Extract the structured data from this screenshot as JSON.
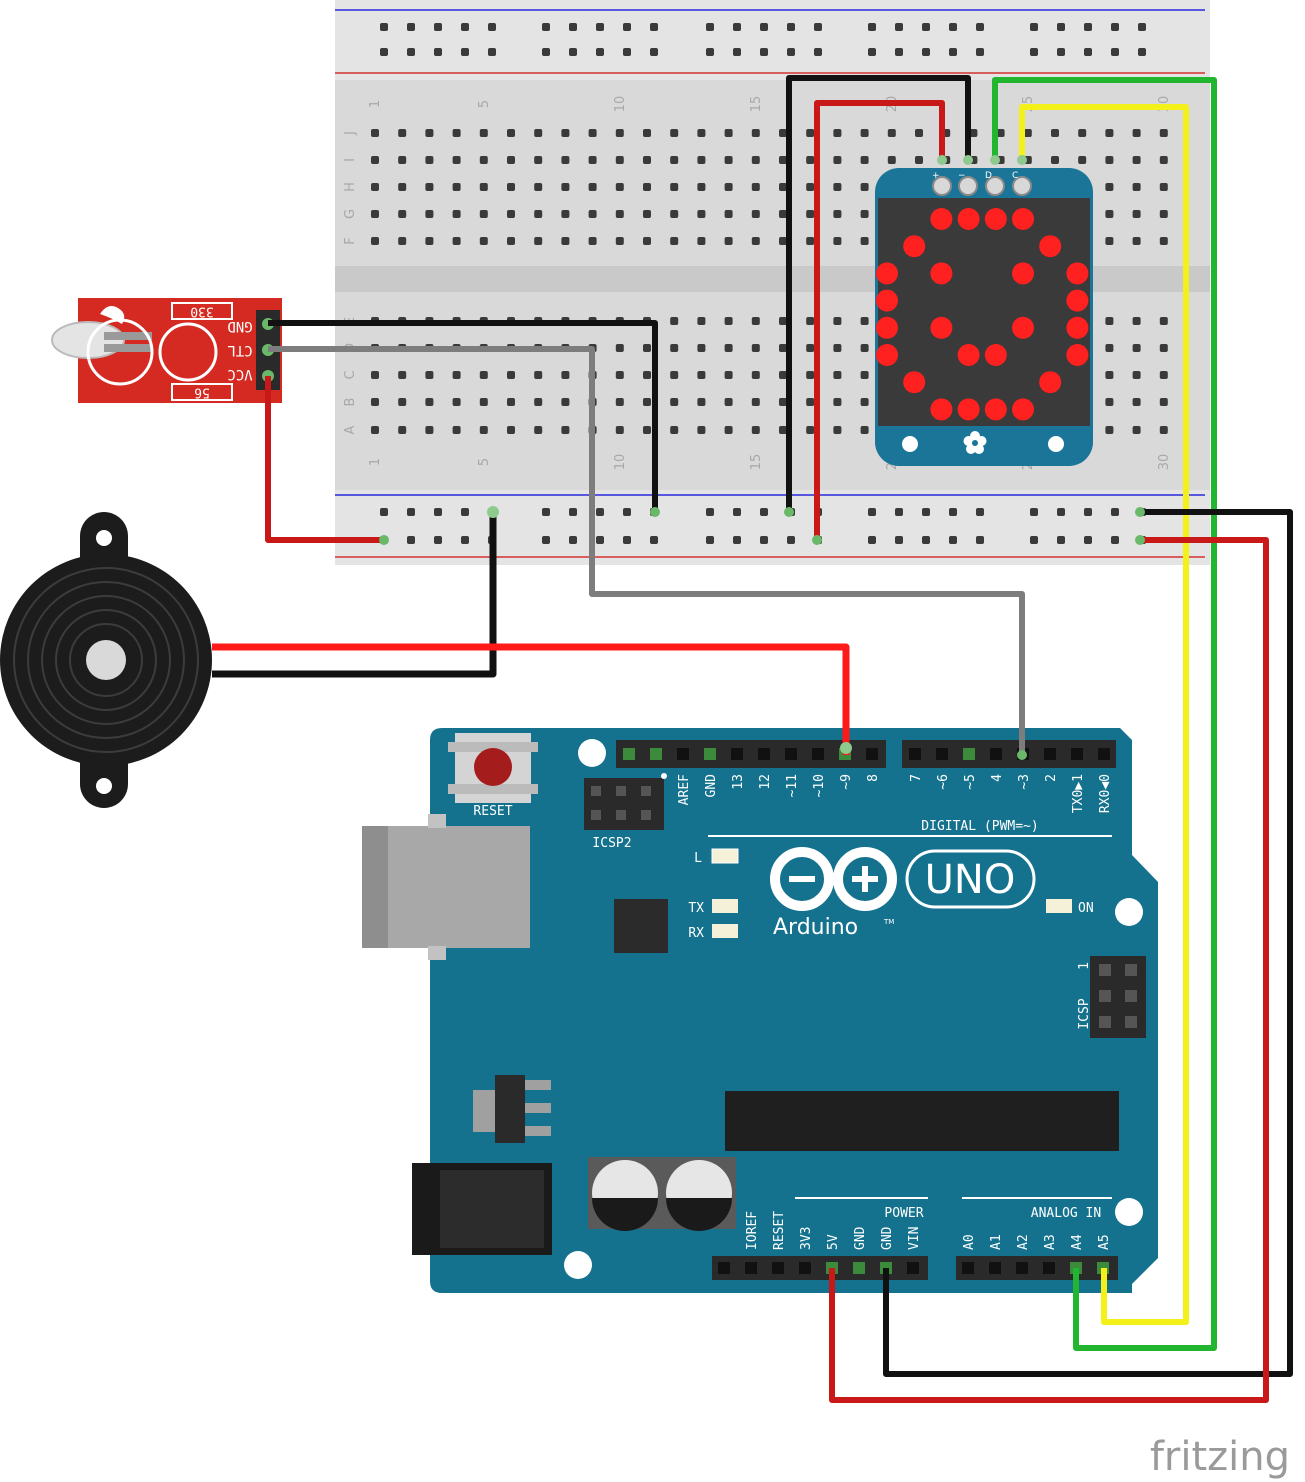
{
  "breadboard": {
    "column_numbers_top": [
      "1",
      "5",
      "10",
      "15",
      "20",
      "25",
      "30"
    ],
    "column_numbers_bottom": [
      "1",
      "5",
      "10",
      "15",
      "20",
      "25",
      "30"
    ],
    "row_letters_top": [
      "J",
      "I",
      "H",
      "G",
      "F"
    ],
    "row_letters_bottom": [
      "E",
      "D",
      "C",
      "B",
      "A"
    ]
  },
  "sensor_module": {
    "resistor_top": "330",
    "resistor_bottom": "56",
    "pins": [
      "GND",
      "CTL",
      "VCC"
    ]
  },
  "matrix": {
    "pins": [
      "+",
      "−",
      "D",
      "C"
    ]
  },
  "arduino": {
    "reset_label": "RESET",
    "icsp2_label": "ICSP2",
    "icsp_label": "ICSP",
    "icsp_pin1": "1",
    "digital_header_labels": [
      "AREF",
      "GND",
      "13",
      "12",
      "~11",
      "~10",
      "~9",
      "8",
      "7",
      "~6",
      "~5",
      "4",
      "~3",
      "2",
      "TX0▶1",
      "RX0◀0"
    ],
    "digital_caption": "DIGITAL (PWM=~)",
    "led_l": "L",
    "led_tx": "TX",
    "led_rx": "RX",
    "led_on": "ON",
    "brand": "Arduino",
    "tm": "TM",
    "model": "UNO",
    "power_caption": "POWER",
    "power_labels": [
      "IOREF",
      "RESET",
      "3V3",
      "5V",
      "GND",
      "GND",
      "VIN"
    ],
    "analog_caption": "ANALOG IN",
    "analog_labels": [
      "A0",
      "A1",
      "A2",
      "A3",
      "A4",
      "A5"
    ]
  },
  "footer": {
    "brand": "fritzing"
  },
  "colors": {
    "board": "#14728f",
    "sensor_pcb": "#d42a22",
    "wire_red": "#c81818",
    "wire_black": "#111111",
    "wire_gray": "#808080",
    "wire_green": "#22b530",
    "wire_yellow": "#f4f01a",
    "led_red": "#ff2020"
  }
}
